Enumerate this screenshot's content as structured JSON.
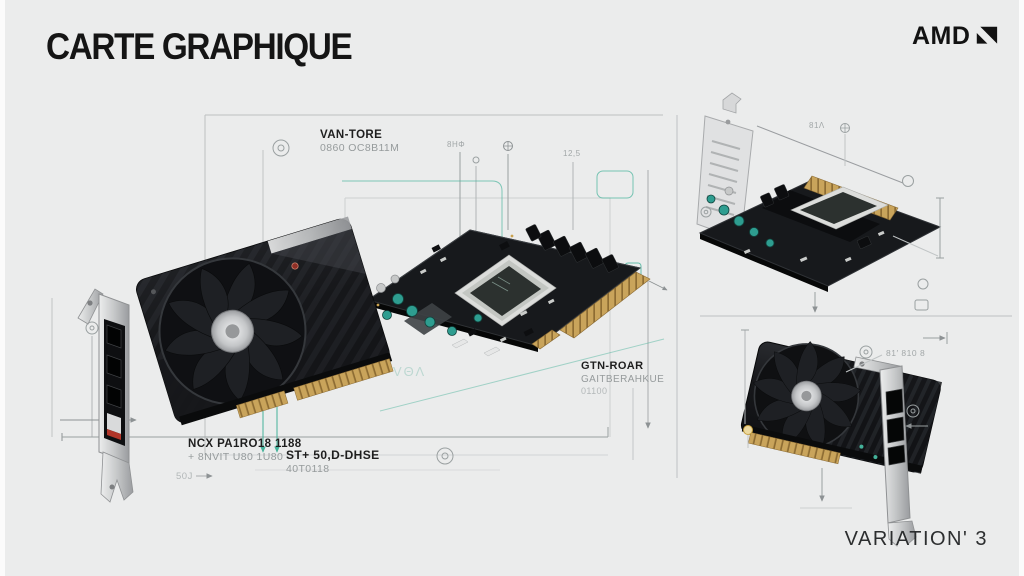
{
  "header": {
    "title": "CARTE GRAPHIQUE",
    "brand": "AMD"
  },
  "footer": {
    "variation_label": "VARIATION' 3"
  },
  "colors": {
    "background": "#ebecec",
    "accent_teal": "#44b29a",
    "gold": "#c9a45b",
    "ink": "#161616",
    "line_gray": "#b7bbbc"
  },
  "annotations": {
    "top_center": {
      "line1": "VAN-TORE",
      "line2": "0860 OC8B11M"
    },
    "mid_right": {
      "line1": "GTN-ROAR",
      "line2": "GAITBERAHKUE",
      "line3": "01100"
    },
    "bottom_left": {
      "line1": "NCX PA1RO18 1188",
      "line2": "+ 8NVIT U80 1U80",
      "line3": "50J"
    },
    "bottom_center": {
      "line1": "ST+ 50,D-DHSE",
      "line2": "40T0118"
    },
    "right_card_dim": "81′ 810 8",
    "dim_a": "8HΦ",
    "dim_b": "12,5",
    "dim_c": "81Λ",
    "watermark": "VΘΛ"
  }
}
